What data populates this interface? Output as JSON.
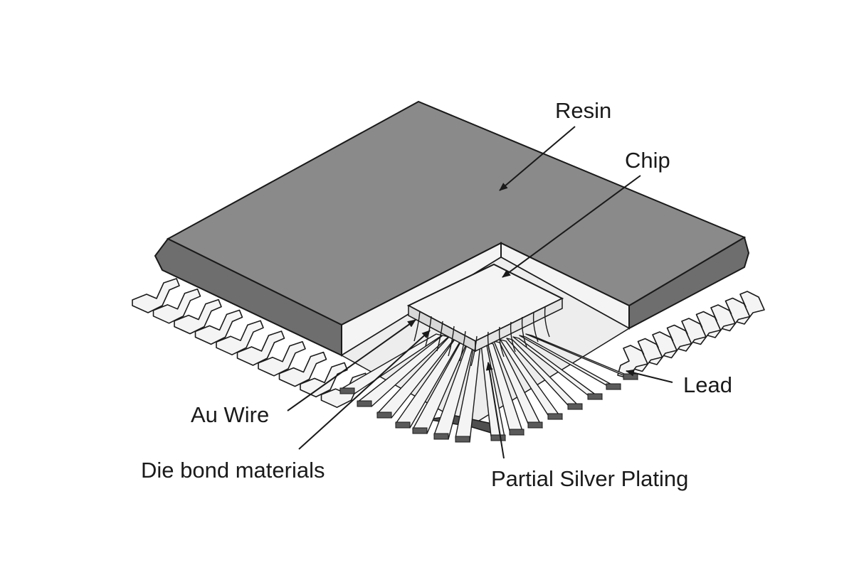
{
  "diagram": {
    "labels": {
      "resin": "Resin",
      "chip": "Chip",
      "lead": "Lead",
      "au_wire": "Au Wire",
      "die_bond": "Die bond materials",
      "silver_plating": "Partial Silver Plating"
    },
    "colors": {
      "resin_top": "#8a8a8a",
      "resin_side": "#6e6e6e",
      "cut_face": "#f4f4f4",
      "lead_fill": "#f4f4f4",
      "lead_stroke": "#1a1a1a",
      "lead_dark": "#5a5a5a",
      "outline": "#1a1a1a"
    }
  }
}
